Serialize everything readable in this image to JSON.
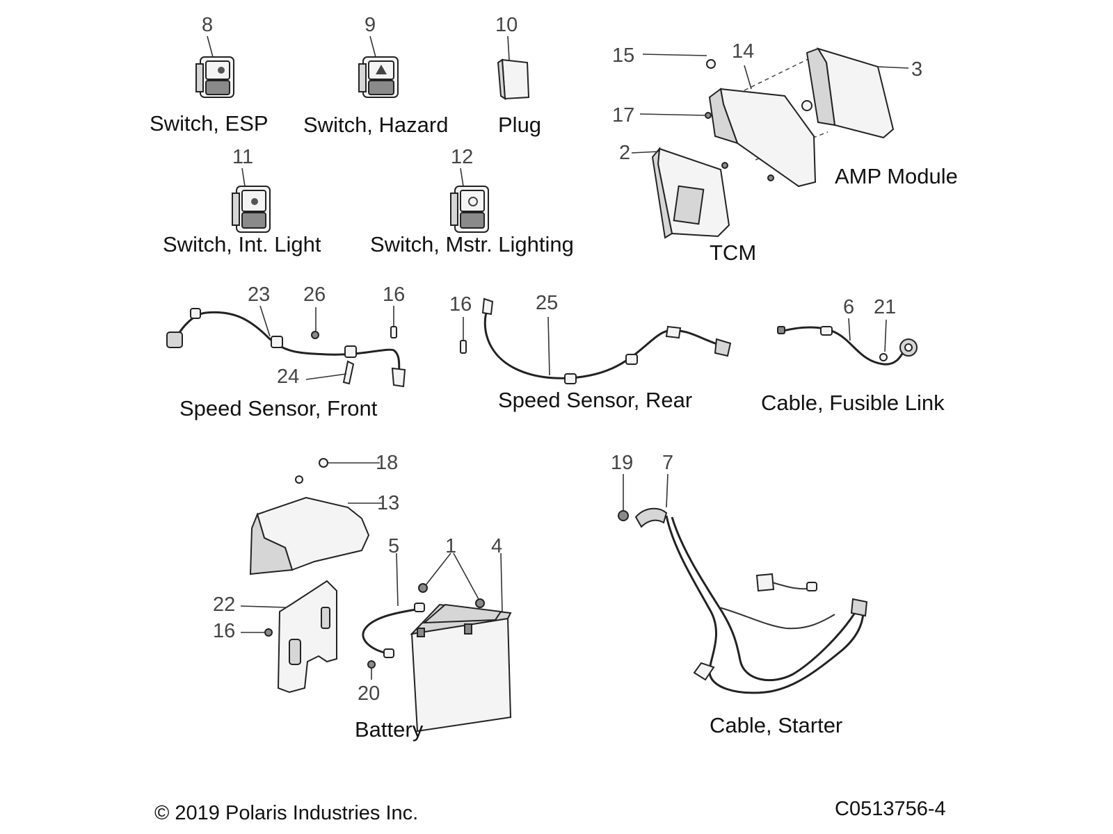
{
  "groups": {
    "switch_esp": "Switch, ESP",
    "switch_hazard": "Switch, Hazard",
    "plug": "Plug",
    "switch_int_light": "Switch, Int. Light",
    "switch_mstr_lighting": "Switch, Mstr. Lighting",
    "amp_module": "AMP Module",
    "tcm": "TCM",
    "speed_sensor_front": "Speed Sensor, Front",
    "speed_sensor_rear": "Speed Sensor, Rear",
    "cable_fusible_link": "Cable, Fusible Link",
    "battery": "Battery",
    "cable_starter": "Cable, Starter"
  },
  "callouts": {
    "c8": "8",
    "c9": "9",
    "c10": "10",
    "c11": "11",
    "c12": "12",
    "c15": "15",
    "c14": "14",
    "c3": "3",
    "c17": "17",
    "c2": "2",
    "c23": "23",
    "c26": "26",
    "c16a": "16",
    "c24": "24",
    "c16b": "16",
    "c25": "25",
    "c6": "6",
    "c21": "21",
    "c18": "18",
    "c13": "13",
    "c5": "5",
    "c1": "1",
    "c4": "4",
    "c22": "22",
    "c16c": "16",
    "c20": "20",
    "c19": "19",
    "c7": "7"
  },
  "footer": {
    "copyright": "© 2019 Polaris Industries Inc.",
    "code": "C0513756-4"
  }
}
